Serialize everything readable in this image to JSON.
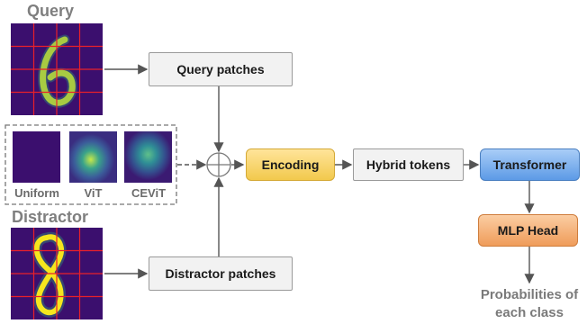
{
  "labels": {
    "query": "Query",
    "distractor": "Distractor",
    "uniform": "Uniform",
    "vit": "ViT",
    "cevit": "CEViT"
  },
  "boxes": {
    "query_patches": "Query patches",
    "distractor_patches": "Distractor patches",
    "encoding": "Encoding",
    "hybrid_tokens": "Hybrid tokens",
    "transformer": "Transformer",
    "mlp_head": "MLP Head"
  },
  "output": {
    "line1": "Probabilities of",
    "line2": "each class"
  },
  "colors": {
    "digit_bg": "#3b0f6e",
    "digit_fg": "#f5e61e",
    "grid_red": "#e8202a",
    "encoding": "#f2c94c",
    "transformer": "#5c9ae6",
    "mlp": "#ef9c5a",
    "grey_box": "#f2f2f2"
  }
}
